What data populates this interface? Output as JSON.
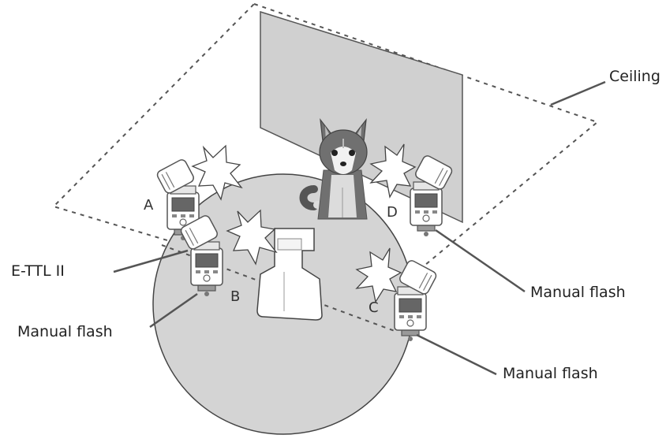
{
  "labels": {
    "ceiling": "Ceiling",
    "ettl": "E-TTL II",
    "manual_b": "Manual flash",
    "manual_d": "Manual flash",
    "manual_c": "Manual flash"
  },
  "units": {
    "a": "A",
    "b": "B",
    "c": "C",
    "d": "D"
  },
  "colors": {
    "floor_circle": "#d4d4d4",
    "backdrop": "#d0d0d0",
    "line": "#555555",
    "flash_body": "#ffffff",
    "flash_panel": "#666666"
  }
}
